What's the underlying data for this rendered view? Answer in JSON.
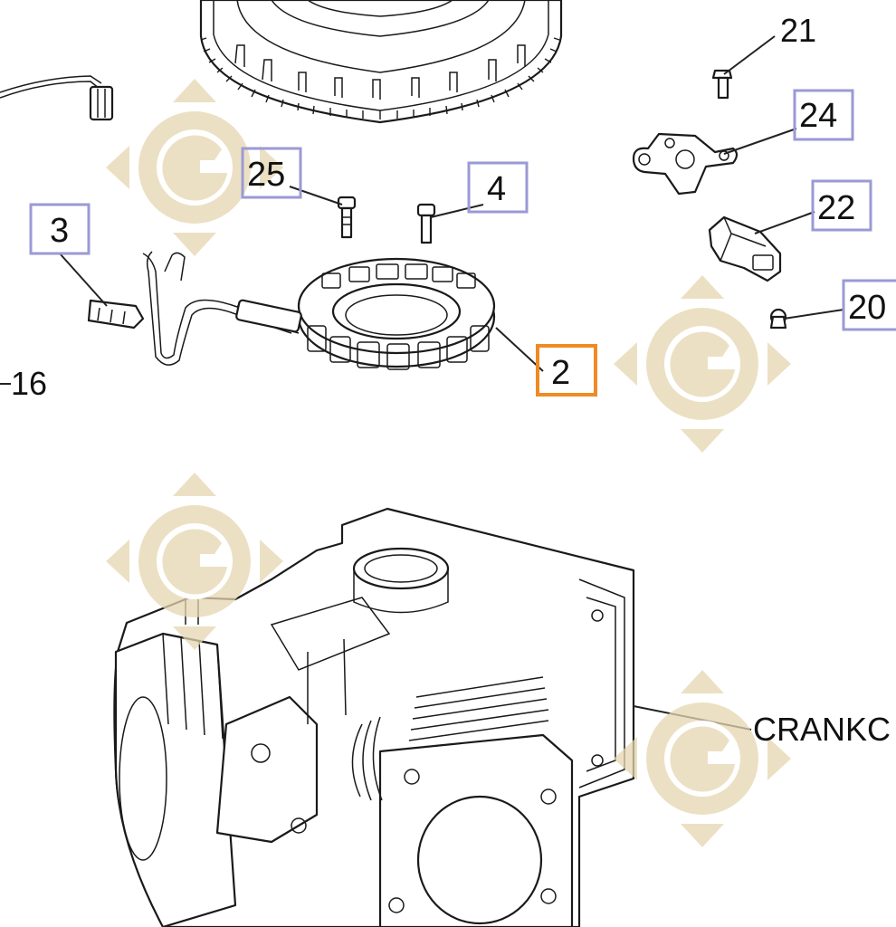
{
  "callouts": [
    {
      "id": "c21",
      "label": "21",
      "boxed": false,
      "highlighted": false
    },
    {
      "id": "c24",
      "label": "24",
      "boxed": true,
      "highlighted": false
    },
    {
      "id": "c25",
      "label": "25",
      "boxed": true,
      "highlighted": false
    },
    {
      "id": "c4",
      "label": "4",
      "boxed": true,
      "highlighted": false
    },
    {
      "id": "c22",
      "label": "22",
      "boxed": true,
      "highlighted": false
    },
    {
      "id": "c3",
      "label": "3",
      "boxed": true,
      "highlighted": false
    },
    {
      "id": "c20",
      "label": "20",
      "boxed": true,
      "highlighted": false
    },
    {
      "id": "c2",
      "label": "2",
      "boxed": true,
      "highlighted": true
    },
    {
      "id": "c16",
      "label": "16",
      "boxed": false,
      "highlighted": false
    }
  ],
  "crankcase_label": "CRANKC",
  "colors": {
    "box_border": "#9a9ad6",
    "highlight_border": "#f08a24",
    "watermark": "#e6d6b0"
  },
  "watermark": {
    "symbol": "G",
    "icon": "diamond-g-logo"
  }
}
